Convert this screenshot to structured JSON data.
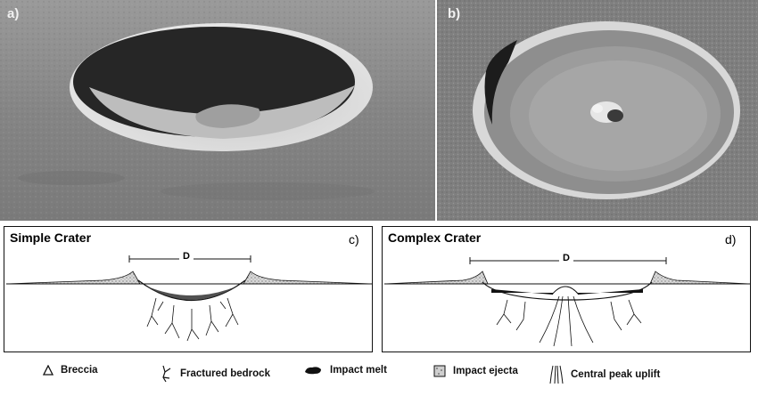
{
  "panels": {
    "a": {
      "letter": "a)"
    },
    "b": {
      "letter": "b)"
    },
    "c": {
      "title": "Simple Crater",
      "letter": "c)",
      "diameter_label": "D"
    },
    "d": {
      "title": "Complex Crater",
      "letter": "d)",
      "diameter_label": "D"
    }
  },
  "legend": [
    {
      "icon": "triangle-icon",
      "label": "Breccia"
    },
    {
      "icon": "fracture-icon",
      "label": "Fractured bedrock"
    },
    {
      "icon": "melt-blob-icon",
      "label": "Impact melt"
    },
    {
      "icon": "stippled-square-icon",
      "label": "Impact ejecta"
    },
    {
      "icon": "uplift-lines-icon",
      "label": "Central peak uplift"
    }
  ],
  "colors": {
    "photo_gray": "#8a8a8a",
    "crater_shadow": "#262626",
    "line": "#111111"
  }
}
